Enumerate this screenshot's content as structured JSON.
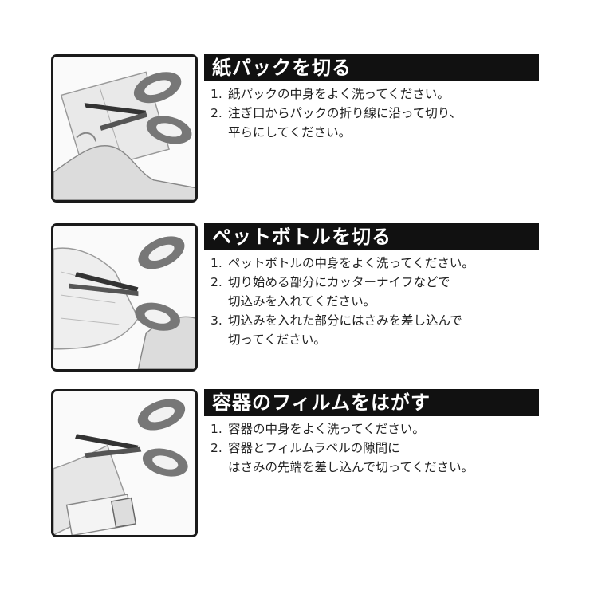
{
  "sections": [
    {
      "title": "紙パックを切る",
      "illustration": "scissors-cutting-paper-carton",
      "steps": [
        {
          "num": "1.",
          "text": "紙パックの中身をよく洗ってください。"
        },
        {
          "num": "2.",
          "text": "注ぎ口からパックの折り線に沿って切り、\n平らにしてください。"
        }
      ]
    },
    {
      "title": "ペットボトルを切る",
      "illustration": "scissors-cutting-pet-bottle",
      "steps": [
        {
          "num": "1.",
          "text": "ペットボトルの中身をよく洗ってください。"
        },
        {
          "num": "2.",
          "text": "切り始める部分にカッターナイフなどで\n切込みを入れてください。"
        },
        {
          "num": "3.",
          "text": "切込みを入れた部分にはさみを差し込んで\n切ってください。"
        }
      ]
    },
    {
      "title": "容器のフィルムをはがす",
      "illustration": "scissors-cutting-bottle-film",
      "steps": [
        {
          "num": "1.",
          "text": "容器の中身をよく洗ってください。"
        },
        {
          "num": "2.",
          "text": "容器とフィルムラベルの隙間に\nはさみの先端を差し込んで切ってください。"
        }
      ]
    }
  ]
}
